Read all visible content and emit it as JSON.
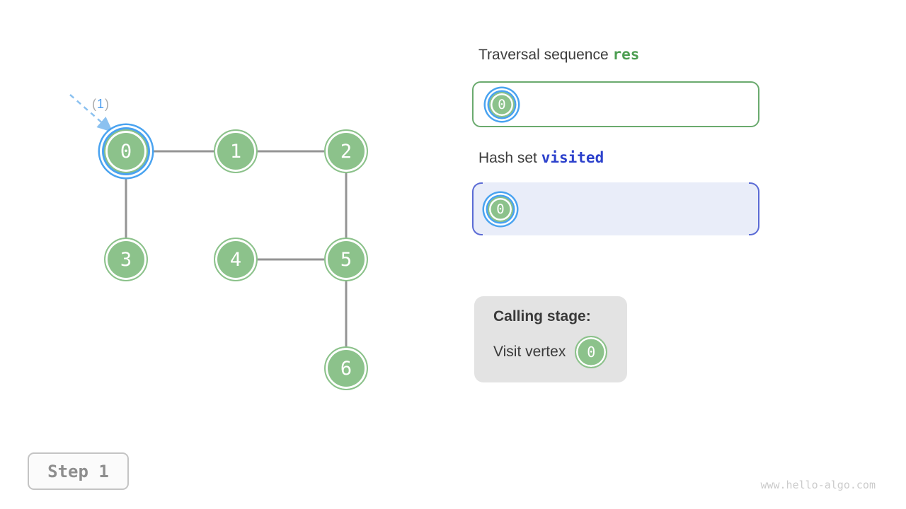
{
  "graph": {
    "nodes": [
      {
        "label": "0",
        "highlighted": true
      },
      {
        "label": "1"
      },
      {
        "label": "2"
      },
      {
        "label": "3"
      },
      {
        "label": "4"
      },
      {
        "label": "5"
      },
      {
        "label": "6"
      }
    ],
    "edges": [
      "0-1",
      "1-2",
      "0-3",
      "2-5",
      "4-5",
      "5-6"
    ],
    "arrow": {
      "paren_open": "(",
      "number": "1",
      "paren_close": ")"
    }
  },
  "right_panel": {
    "res_section": {
      "title_text": "Traversal sequence ",
      "title_code": "res",
      "items": [
        {
          "label": "0",
          "highlighted": true
        }
      ]
    },
    "visited_section": {
      "title_text": "Hash set ",
      "title_code": "visited",
      "items": [
        {
          "label": "0",
          "highlighted": true
        }
      ]
    },
    "calling_box": {
      "title": "Calling stage:",
      "action_text": "Visit vertex",
      "vertex_label": "0"
    }
  },
  "footer": {
    "step_label": "Step 1",
    "watermark": "www.hello-algo.com"
  },
  "colors": {
    "node_green": "#8CC28B",
    "highlight_blue": "#4AA3F0",
    "res_border_green": "#6AAA6E",
    "res_code_green": "#4D9E52",
    "visited_code_blue": "#2C41CC",
    "hashset_fill": "#E9EDF9",
    "hashset_bracket": "#5B6BD5",
    "edge_gray": "#949494",
    "arrow_blue": "#8BC1F0",
    "calling_bg": "#E3E3E3"
  }
}
